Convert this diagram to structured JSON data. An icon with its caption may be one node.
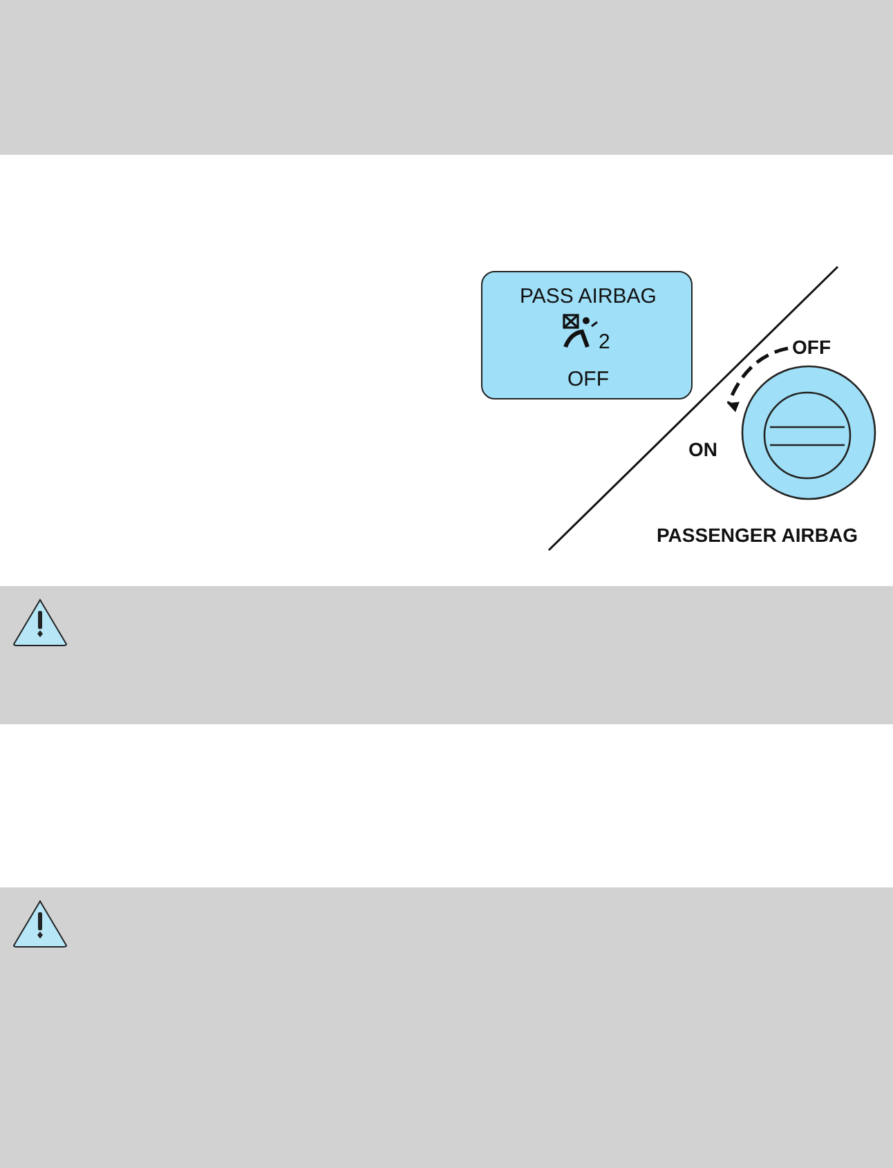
{
  "diagram": {
    "nodes": [
      {
        "text": [],
        "shape": "box"
      },
      {
        "text": [
          "PASS AIRBAG",
          "2",
          "OFF"
        ]
      },
      {
        "text": [],
        "shape": "box"
      },
      {
        "text": [],
        "shape": "box"
      }
    ],
    "labels": [
      "OFF",
      "ON",
      "PASSENGER AIRBAG"
    ]
  }
}
